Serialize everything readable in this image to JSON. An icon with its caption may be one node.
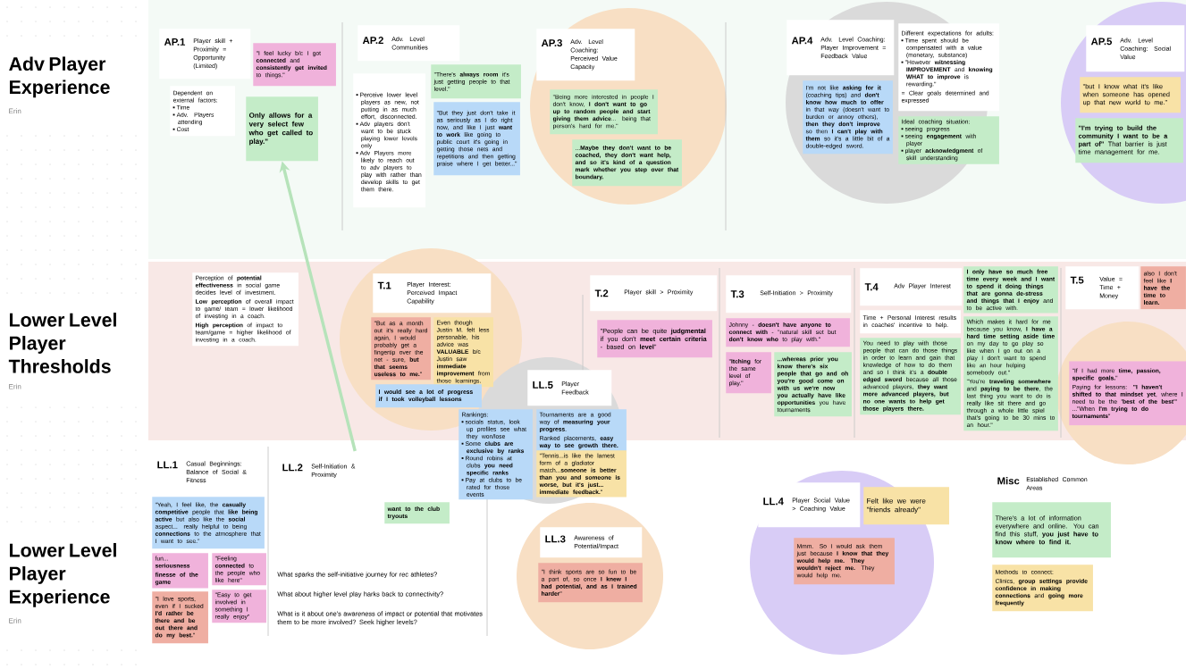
{
  "diagram": {
    "nodes": [
      {
        "text": [
          "Adv Player Experience",
          "Erin"
        ]
      },
      {
        "text": [
          "Lower Level Player Thresholds",
          "Erin"
        ]
      },
      {
        "text": [
          "Lower Level Player Experience",
          "Erin"
        ]
      },
      {
        "text": [
          "AP.1",
          "Player skill + Proximity = Opportunity (Limited)"
        ]
      },
      {
        "text": [
          "Dependent on external factors:",
          "Time",
          "Adv. Players attending",
          "Cost"
        ]
      },
      {
        "text": [
          "\"I feel lucky b/c I got **connected** and **consistently get invited** to things.\""
        ]
      },
      {
        "text": [
          "**Only allows for a very select few who get called to play.\"**"
        ]
      },
      {
        "text": [
          "AP.2",
          "Adv. Level Communities"
        ]
      },
      {
        "text": [
          "Perceive lower level players as new, not putting in as much effort, disconnected.",
          "Adv players don't want to be stuck playing lower levels only",
          "Adv Players more likely to reach out to adv players to play with rather than develop skills to get them there."
        ]
      },
      {
        "text": [
          "\"There's **always room** it's just getting people to that level.\""
        ]
      },
      {
        "text": [
          "\"But they just don't take it as seriously as I do right now, and like I just **want to work** like going to public court it's going in getting those nets and repetitions and then getting praise where I get better...\""
        ]
      },
      {
        "text": [
          "AP.3",
          "Adv. Level Coaching: Perceived Value Capacity"
        ],
        "in": 61
      },
      {
        "text": [
          "\"Being more interested in people I don't know, **I don't want to go up to random people and start giving them advice**... being that person's hard for me.\""
        ],
        "in": 61
      },
      {
        "in": 61,
        "text": [
          "...**Maybe they don't want to be coached, they don't want help, and so it's kind of a question mark whether you step over that boundary.**"
        ]
      },
      {
        "text": [
          "AP.4",
          "Adv. Level Coaching: Player Improvement = Feedback Value"
        ],
        "in": 62
      },
      {
        "text": [
          "Different expectations for adults:",
          "Time spent should be compensated with a value (monetary, substance)",
          "\"However **witnessing IMPROVEMENT** and **knowing WHAT to improve** is rewarding.\"",
          "= Clear goals determined and expressed"
        ]
      },
      {
        "in": 62,
        "text": [
          "I'm not like **asking for it** (coaching tips) and **don't know how much to offer** in that way (doesn't want to burden or annoy others), **then they don't improve** so then **I can't play with them** so it's a little bit of a double-edged sword."
        ]
      },
      {
        "text": [
          "Ideal coaching situation:",
          "seeing progress",
          "seeing **engagement** with player",
          "player **acknowledgment** of skill understanding"
        ]
      },
      {
        "text": [
          "AP.5",
          "Adv. Level Coaching: Social Value"
        ],
        "in": 63
      },
      {
        "text": [
          "\"but I know what it's like when someone has opened up that new world to me.\""
        ],
        "in": 63
      },
      {
        "in": 63,
        "text": [
          "**\"I'm trying to build the community I want to be a part of\"** That barrier is just time management for me."
        ]
      },
      {
        "text": [
          "T.1",
          "Player Interest: Perceived Impact Capability"
        ],
        "in": 64
      },
      {
        "text": [
          "Perception of **potential effectiveness** in social game decides level of investment.",
          "**Low perception** of overall impact to game/ team = lower likelihood of investing in a coach.",
          "**High perception** of impact to team/game = higher likelihood of investing in a coach."
        ]
      },
      {
        "in": 64,
        "text": [
          "\"But as a month out it's really hard again, I would probably get a fingertip over the net - sure, **but that seems useless to me.**\""
        ]
      },
      {
        "in": 64,
        "text": [
          "Even though Justin M. felt less personable, his advice was **VALUABLE** b/c Justin saw **immediate improvement** from those learnings."
        ]
      },
      {
        "text": [
          "**I would see a lot of progress if I took volleyball lessons**"
        ],
        "in": 64
      },
      {
        "text": [
          "T.2",
          "Player skill > Proximity"
        ]
      },
      {
        "text": [
          "\"People can be quite **judgmental** if you don't **meet certain criteria** - based on **level**\""
        ]
      },
      {
        "text": [
          "T.3",
          "Self-Initiation > Proximity"
        ]
      },
      {
        "text": [
          "Johnny - **doesn't have anyone to connect with** - \"natural skill set but **don't know who** to play with.\""
        ]
      },
      {
        "text": [
          "\"**Itching** for the same level of play.\""
        ]
      },
      {
        "text": [
          "**...whereas prior you know there's six people that go and oh you're good come on with us we're now you actually have like opportunities** you have tournaments"
        ]
      },
      {
        "text": [
          "T.4",
          "Adv Player Interest"
        ]
      },
      {
        "text": [
          "Time + Personal Interest results in coaches' incentive to help."
        ]
      },
      {
        "text": [
          "You need to play with those people that can do those things in order to learn and gain that knowledge of how to do them and so I think it's a **double edged sword** because all those advanced players, **they want more advanced players, but no one wants to help get those players there.**"
        ]
      },
      {
        "text": [
          "**I only have so much free time every week and I want to spend it doing things that are gonna de-stress and things that I enjoy** and to be active with."
        ]
      },
      {
        "text": [
          "Which makes it hard for me because you know, **I have a hard time setting aside time** on my day to go play so like when I go out on a play I don't want to spend like an hour helping somebody out.\""
        ]
      },
      {
        "text": [
          "\"You're **traveling somewhere** and **paying to be there**, the last thing you want to do is really like sit there and go through a whole little spiel that's going to be 30 mins to an hour.\""
        ]
      },
      {
        "text": [
          "T.5",
          "Value = Time + Money"
        ]
      },
      {
        "text": [
          "also I don't feel like **I have the time to learn.**"
        ]
      },
      {
        "in": 66,
        "text": [
          "\"If I had more **time, passion, specific goals.**\"",
          "Paying for lessons: **\"I haven't shifted to that mindset yet**, where I need to be the **'best of the best'**\" ...\"When **I'm trying to do tournaments**\""
        ]
      },
      {
        "text": [
          "LL.5",
          "Player Feedback"
        ],
        "in": 65
      },
      {
        "in": 65,
        "text": [
          "Tournaments are a good way of **measuring your progress**.",
          "Ranked placements, **easy way to see growth there.**"
        ]
      },
      {
        "text": [
          "Rankings:",
          "socials status, look up profiles see what they won/lose",
          "Some **clubs are exclusive by ranks**",
          "Round robins at clubs **you need specific ranks**",
          "Pay at clubs to be rated for those events"
        ]
      },
      {
        "in": 65,
        "text": [
          "\"Tennis...is like the lamest form of a gladiator match...**someone is better than you and someone is worse, but it's just... immediate feedback.**\""
        ]
      },
      {
        "text": [
          "LL.1",
          "Casual Beginnings: Balance of Social & Fitness"
        ]
      },
      {
        "text": [
          "\"Yeah, I feel like, the **casually competitive** people that **like being active** but also like the **social** aspect... really helpful to being **connections** to the atmosphere that I want to see.\""
        ]
      },
      {
        "text": [
          "fun... **seriousness**",
          "**finesse of the game**"
        ]
      },
      {
        "text": [
          "\"Feeling **connected** to the people who like here\""
        ]
      },
      {
        "text": [
          "\"Easy to get involved in something I really enjoy\""
        ]
      },
      {
        "text": [
          "\"I love sports, even if I sucked **I'd rather be there and be out there and do my best.**\""
        ]
      },
      {
        "text": [
          "LL.2",
          "Self-Initiation & Proximity"
        ]
      },
      {
        "text": [
          "**want to the club tryouts**"
        ]
      },
      {
        "text": [
          "LL.3",
          "Awareness of Potential/Impact"
        ],
        "in": 67
      },
      {
        "in": 67,
        "text": [
          "\"I think sports are so fun to be a part of, so once **I knew I had potential, and as I trained harder**\""
        ]
      },
      {
        "text": [
          "LL.4",
          "Player Social Value > Coaching Value"
        ],
        "in": 68
      },
      {
        "text": [
          "Felt like we were \"friends already\""
        ]
      },
      {
        "in": 68,
        "text": [
          "Mmm. So I would ask them just because **I know that they would help me. They wouldn't reject me.** They would help me."
        ]
      },
      {
        "text": [
          "Misc",
          "Established Common Areas"
        ]
      },
      {
        "text": [
          "There's a lot of information everywhere and online. You can find this stuff, **you just have to know where to find it.**"
        ]
      },
      {
        "text": [
          "Methods to connect:",
          "Clinics, **group settings provide confidence in making connections** and **going more frequently**"
        ]
      },
      {
        "text": [],
        "shape": "circle"
      },
      {
        "text": [],
        "shape": "circle"
      },
      {
        "text": [],
        "shape": "circle"
      },
      {
        "text": [],
        "shape": "circle"
      },
      {
        "text": [],
        "shape": "circle"
      },
      {
        "text": [],
        "shape": "circle"
      },
      {
        "text": [],
        "shape": "circle"
      },
      {
        "text": [],
        "shape": "circle"
      }
    ],
    "edges": [
      {
        "from": 51,
        "to": 6,
        "arrow": "to"
      }
    ],
    "labels": [
      "What sparks the self-initiative journey for rec athletes?",
      "What about higher level play harks back to connectivity?",
      "What is it about one's awareness of impact or potential that motivates them to be more involved? Seek higher levels?"
    ]
  }
}
